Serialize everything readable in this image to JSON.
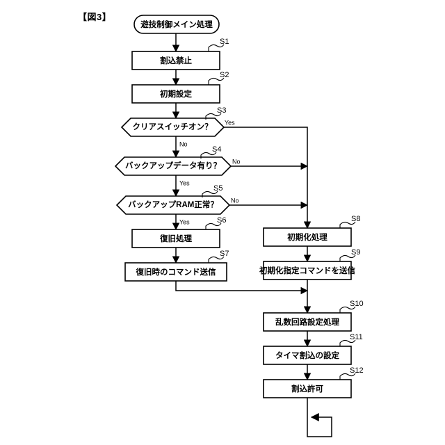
{
  "figure": {
    "label": "【図3】"
  },
  "flowchart": {
    "title": "遊技制御メイン処理",
    "nodes": [
      {
        "id": "start",
        "type": "terminator",
        "text": "遊技制御メイン処理",
        "step": ""
      },
      {
        "id": "s1",
        "type": "process",
        "text": "割込禁止",
        "step": "S1"
      },
      {
        "id": "s2",
        "type": "process",
        "text": "初期設定",
        "step": "S2"
      },
      {
        "id": "s3",
        "type": "decision",
        "text": "クリアスイッチオン？",
        "step": "S3"
      },
      {
        "id": "s4",
        "type": "decision",
        "text": "バックアップデータ有り？",
        "step": "S4"
      },
      {
        "id": "s5",
        "type": "decision",
        "text": "バックアップRAM正常？",
        "step": "S5"
      },
      {
        "id": "s6",
        "type": "process",
        "text": "復旧処理",
        "step": "S6"
      },
      {
        "id": "s7",
        "type": "process",
        "text": "復旧時のコマンド送信",
        "step": "S7"
      },
      {
        "id": "s8",
        "type": "process",
        "text": "初期化処理",
        "step": "S8"
      },
      {
        "id": "s9",
        "type": "process",
        "text": "初期化指定コマンドを送信",
        "step": "S9"
      },
      {
        "id": "s10",
        "type": "process",
        "text": "乱数回路設定処理",
        "step": "S10"
      },
      {
        "id": "s11",
        "type": "process",
        "text": "タイマ割込の設定",
        "step": "S11"
      },
      {
        "id": "s12",
        "type": "process",
        "text": "割込許可",
        "step": "S12"
      }
    ],
    "branch_labels": {
      "s3_yes": "Yes",
      "s3_no": "No",
      "s4_no": "No",
      "s4_yes": "Yes",
      "s5_no": "No",
      "s5_yes": "Yes"
    },
    "colors": {
      "line": "#000000",
      "fill": "#ffffff",
      "text": "#000000"
    }
  }
}
